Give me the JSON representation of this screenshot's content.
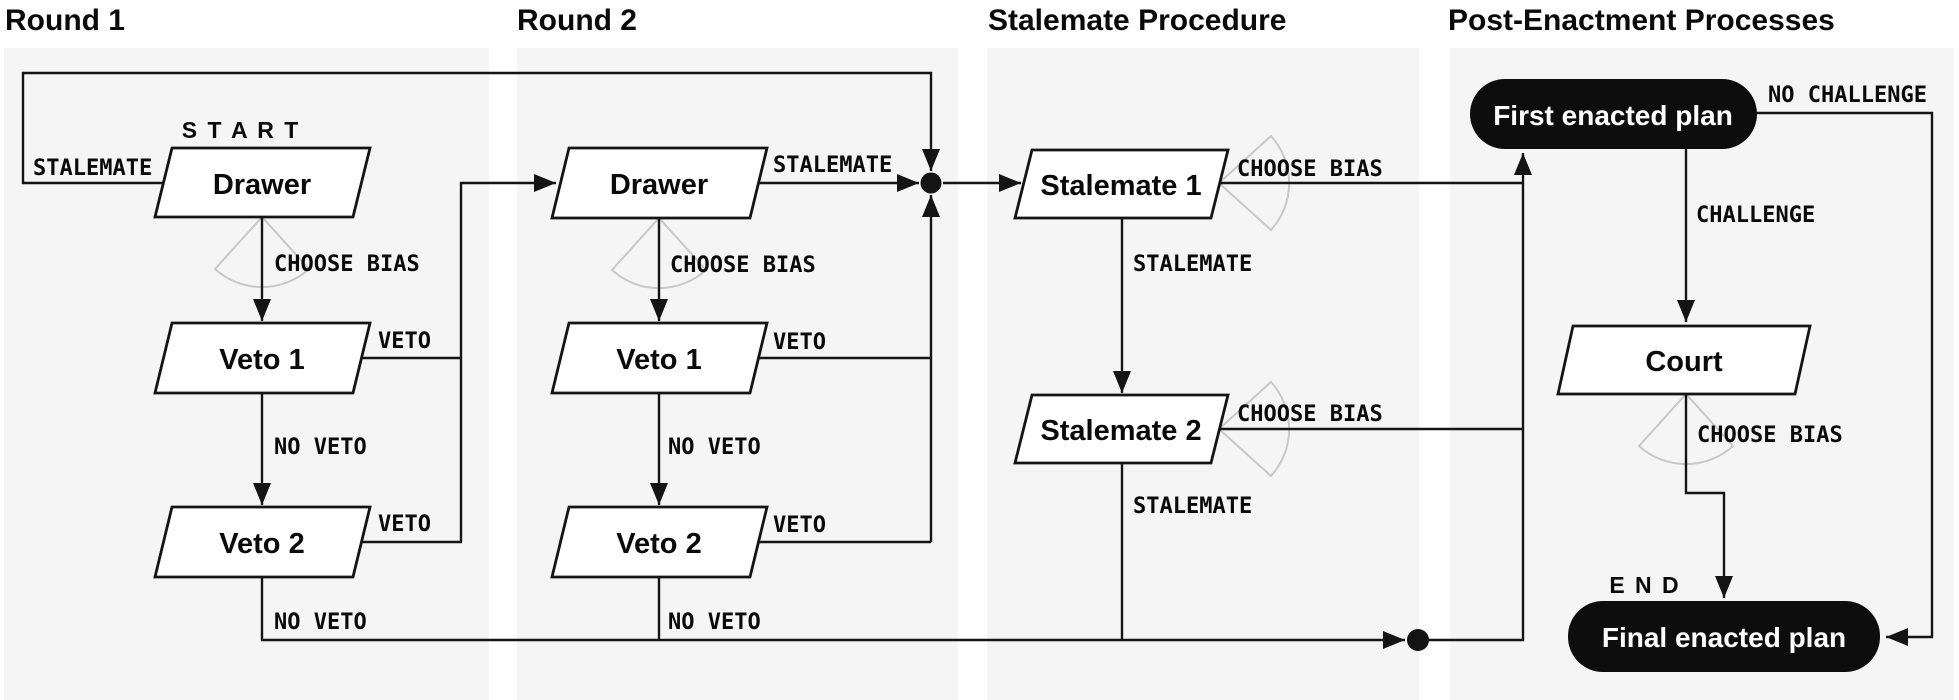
{
  "columns": [
    {
      "title": "Round 1"
    },
    {
      "title": "Round 2"
    },
    {
      "title": "Stalemate Procedure"
    },
    {
      "title": "Post-Enactment Processes"
    }
  ],
  "terminals": {
    "start": "S T A R T",
    "end": "E N D"
  },
  "nodes": {
    "r1_drawer": "Drawer",
    "r1_veto1": "Veto 1",
    "r1_veto2": "Veto 2",
    "r2_drawer": "Drawer",
    "r2_veto1": "Veto 1",
    "r2_veto2": "Veto 2",
    "stalemate1": "Stalemate 1",
    "stalemate2": "Stalemate 2",
    "first_plan": "First enacted plan",
    "court": "Court",
    "final_plan": "Final enacted plan"
  },
  "edge_labels": {
    "r1_stalemate": "STALEMATE",
    "r1_choose_bias": "CHOOSE BIAS",
    "r1_veto1": "VETO",
    "r1_no_veto1": "NO VETO",
    "r1_veto2": "VETO",
    "r1_no_veto2": "NO VETO",
    "r2_stalemate": "STALEMATE",
    "r2_choose_bias": "CHOOSE BIAS",
    "r2_veto1": "VETO",
    "r2_no_veto1": "NO VETO",
    "r2_veto2": "VETO",
    "r2_no_veto2": "NO VETO",
    "s1_choose_bias": "CHOOSE BIAS",
    "s1_stalemate": "STALEMATE",
    "s2_choose_bias": "CHOOSE BIAS",
    "s2_stalemate": "STALEMATE",
    "no_challenge": "NO CHALLENGE",
    "challenge": "CHALLENGE",
    "court_choose_bias": "CHOOSE BIAS"
  },
  "edges": [
    {
      "from": "Drawer (Round 1)",
      "label": "STALEMATE",
      "to": "Stalemate 1"
    },
    {
      "from": "Drawer (Round 1)",
      "label": "CHOOSE BIAS",
      "to": "Veto 1 (Round 1)"
    },
    {
      "from": "Veto 1 (Round 1)",
      "label": "VETO",
      "to": "Drawer (Round 2)"
    },
    {
      "from": "Veto 1 (Round 1)",
      "label": "NO VETO",
      "to": "Veto 2 (Round 1)"
    },
    {
      "from": "Veto 2 (Round 1)",
      "label": "VETO",
      "to": "Drawer (Round 2)"
    },
    {
      "from": "Veto 2 (Round 1)",
      "label": "NO VETO",
      "to": "First enacted plan"
    },
    {
      "from": "Drawer (Round 2)",
      "label": "STALEMATE",
      "to": "Stalemate 1"
    },
    {
      "from": "Drawer (Round 2)",
      "label": "CHOOSE BIAS",
      "to": "Veto 1 (Round 2)"
    },
    {
      "from": "Veto 1 (Round 2)",
      "label": "VETO",
      "to": "Stalemate 1"
    },
    {
      "from": "Veto 1 (Round 2)",
      "label": "NO VETO",
      "to": "Veto 2 (Round 2)"
    },
    {
      "from": "Veto 2 (Round 2)",
      "label": "VETO",
      "to": "Stalemate 1"
    },
    {
      "from": "Veto 2 (Round 2)",
      "label": "NO VETO",
      "to": "First enacted plan"
    },
    {
      "from": "Stalemate 1",
      "label": "CHOOSE BIAS",
      "to": "First enacted plan"
    },
    {
      "from": "Stalemate 1",
      "label": "STALEMATE",
      "to": "Stalemate 2"
    },
    {
      "from": "Stalemate 2",
      "label": "CHOOSE BIAS",
      "to": "First enacted plan"
    },
    {
      "from": "Stalemate 2",
      "label": "STALEMATE",
      "to": "First enacted plan"
    },
    {
      "from": "First enacted plan",
      "label": "NO CHALLENGE",
      "to": "Final enacted plan"
    },
    {
      "from": "First enacted plan",
      "label": "CHALLENGE",
      "to": "Court"
    },
    {
      "from": "Court",
      "label": "CHOOSE BIAS",
      "to": "Final enacted plan"
    }
  ],
  "colors": {
    "background": "#ffffff",
    "panel": "#f5f5f5",
    "line": "#141414",
    "node_fill": "#ffffff",
    "node_border": "#141414",
    "terminal_fill": "#0d0d0d",
    "terminal_text": "#ffffff",
    "bias_fan": "#c8c8c8"
  }
}
